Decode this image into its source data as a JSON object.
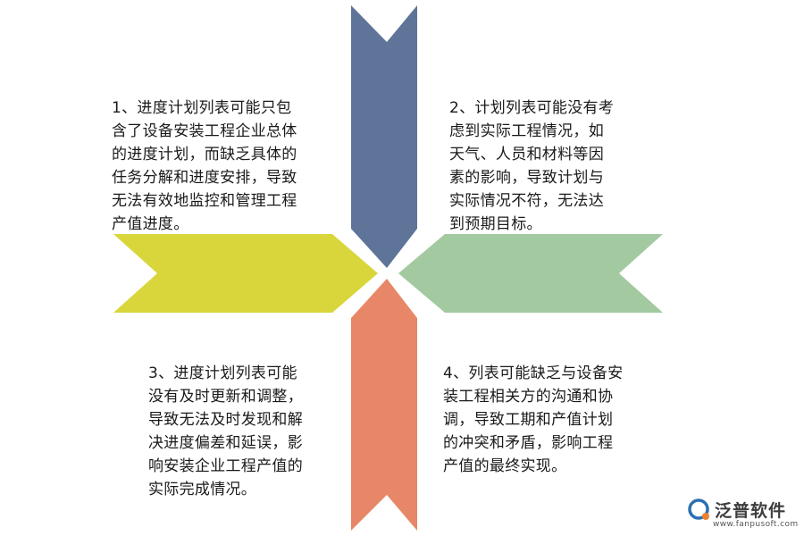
{
  "colors": {
    "top": "#5e7499",
    "right": "#a3c9a1",
    "bottom": "#e88767",
    "left": "#d9d63c",
    "text": "#1a1a1a",
    "brand_blue": "#2a6fb4",
    "brand_orange": "#f0822e"
  },
  "notes": [
    {
      "id": "note1",
      "lines": [
        "1、进度计划列表可能只包",
        "含了设备安装工程企业总体",
        "的进度计划，而缺乏具体的",
        "任务分解和进度安排，导致",
        "无法有效地监控和管理工程",
        "产值进度。"
      ]
    },
    {
      "id": "note2",
      "lines": [
        "2、计划列表可能没有考",
        "虑到实际工程情况，如",
        "天气、人员和材料等因",
        "素的影响，导致计划与",
        "实际情况不符，无法达",
        "到预期目标。"
      ]
    },
    {
      "id": "note3",
      "lines": [
        "3、进度计划列表可能",
        "没有及时更新和调整，",
        "导致无法及时发现和解",
        "决进度偏差和延误，影",
        "响安装企业工程产值的",
        "实际完成情况。"
      ]
    },
    {
      "id": "note4",
      "lines": [
        "4、列表可能缺乏与设备安",
        "装工程相关方的沟通和协",
        "调，导致工期和产值计划",
        "的冲突和矛盾，影响工程",
        "产值的最终实现。"
      ]
    }
  ],
  "brand": {
    "name": "泛普软件",
    "url": "www.fanpusoft.com"
  }
}
